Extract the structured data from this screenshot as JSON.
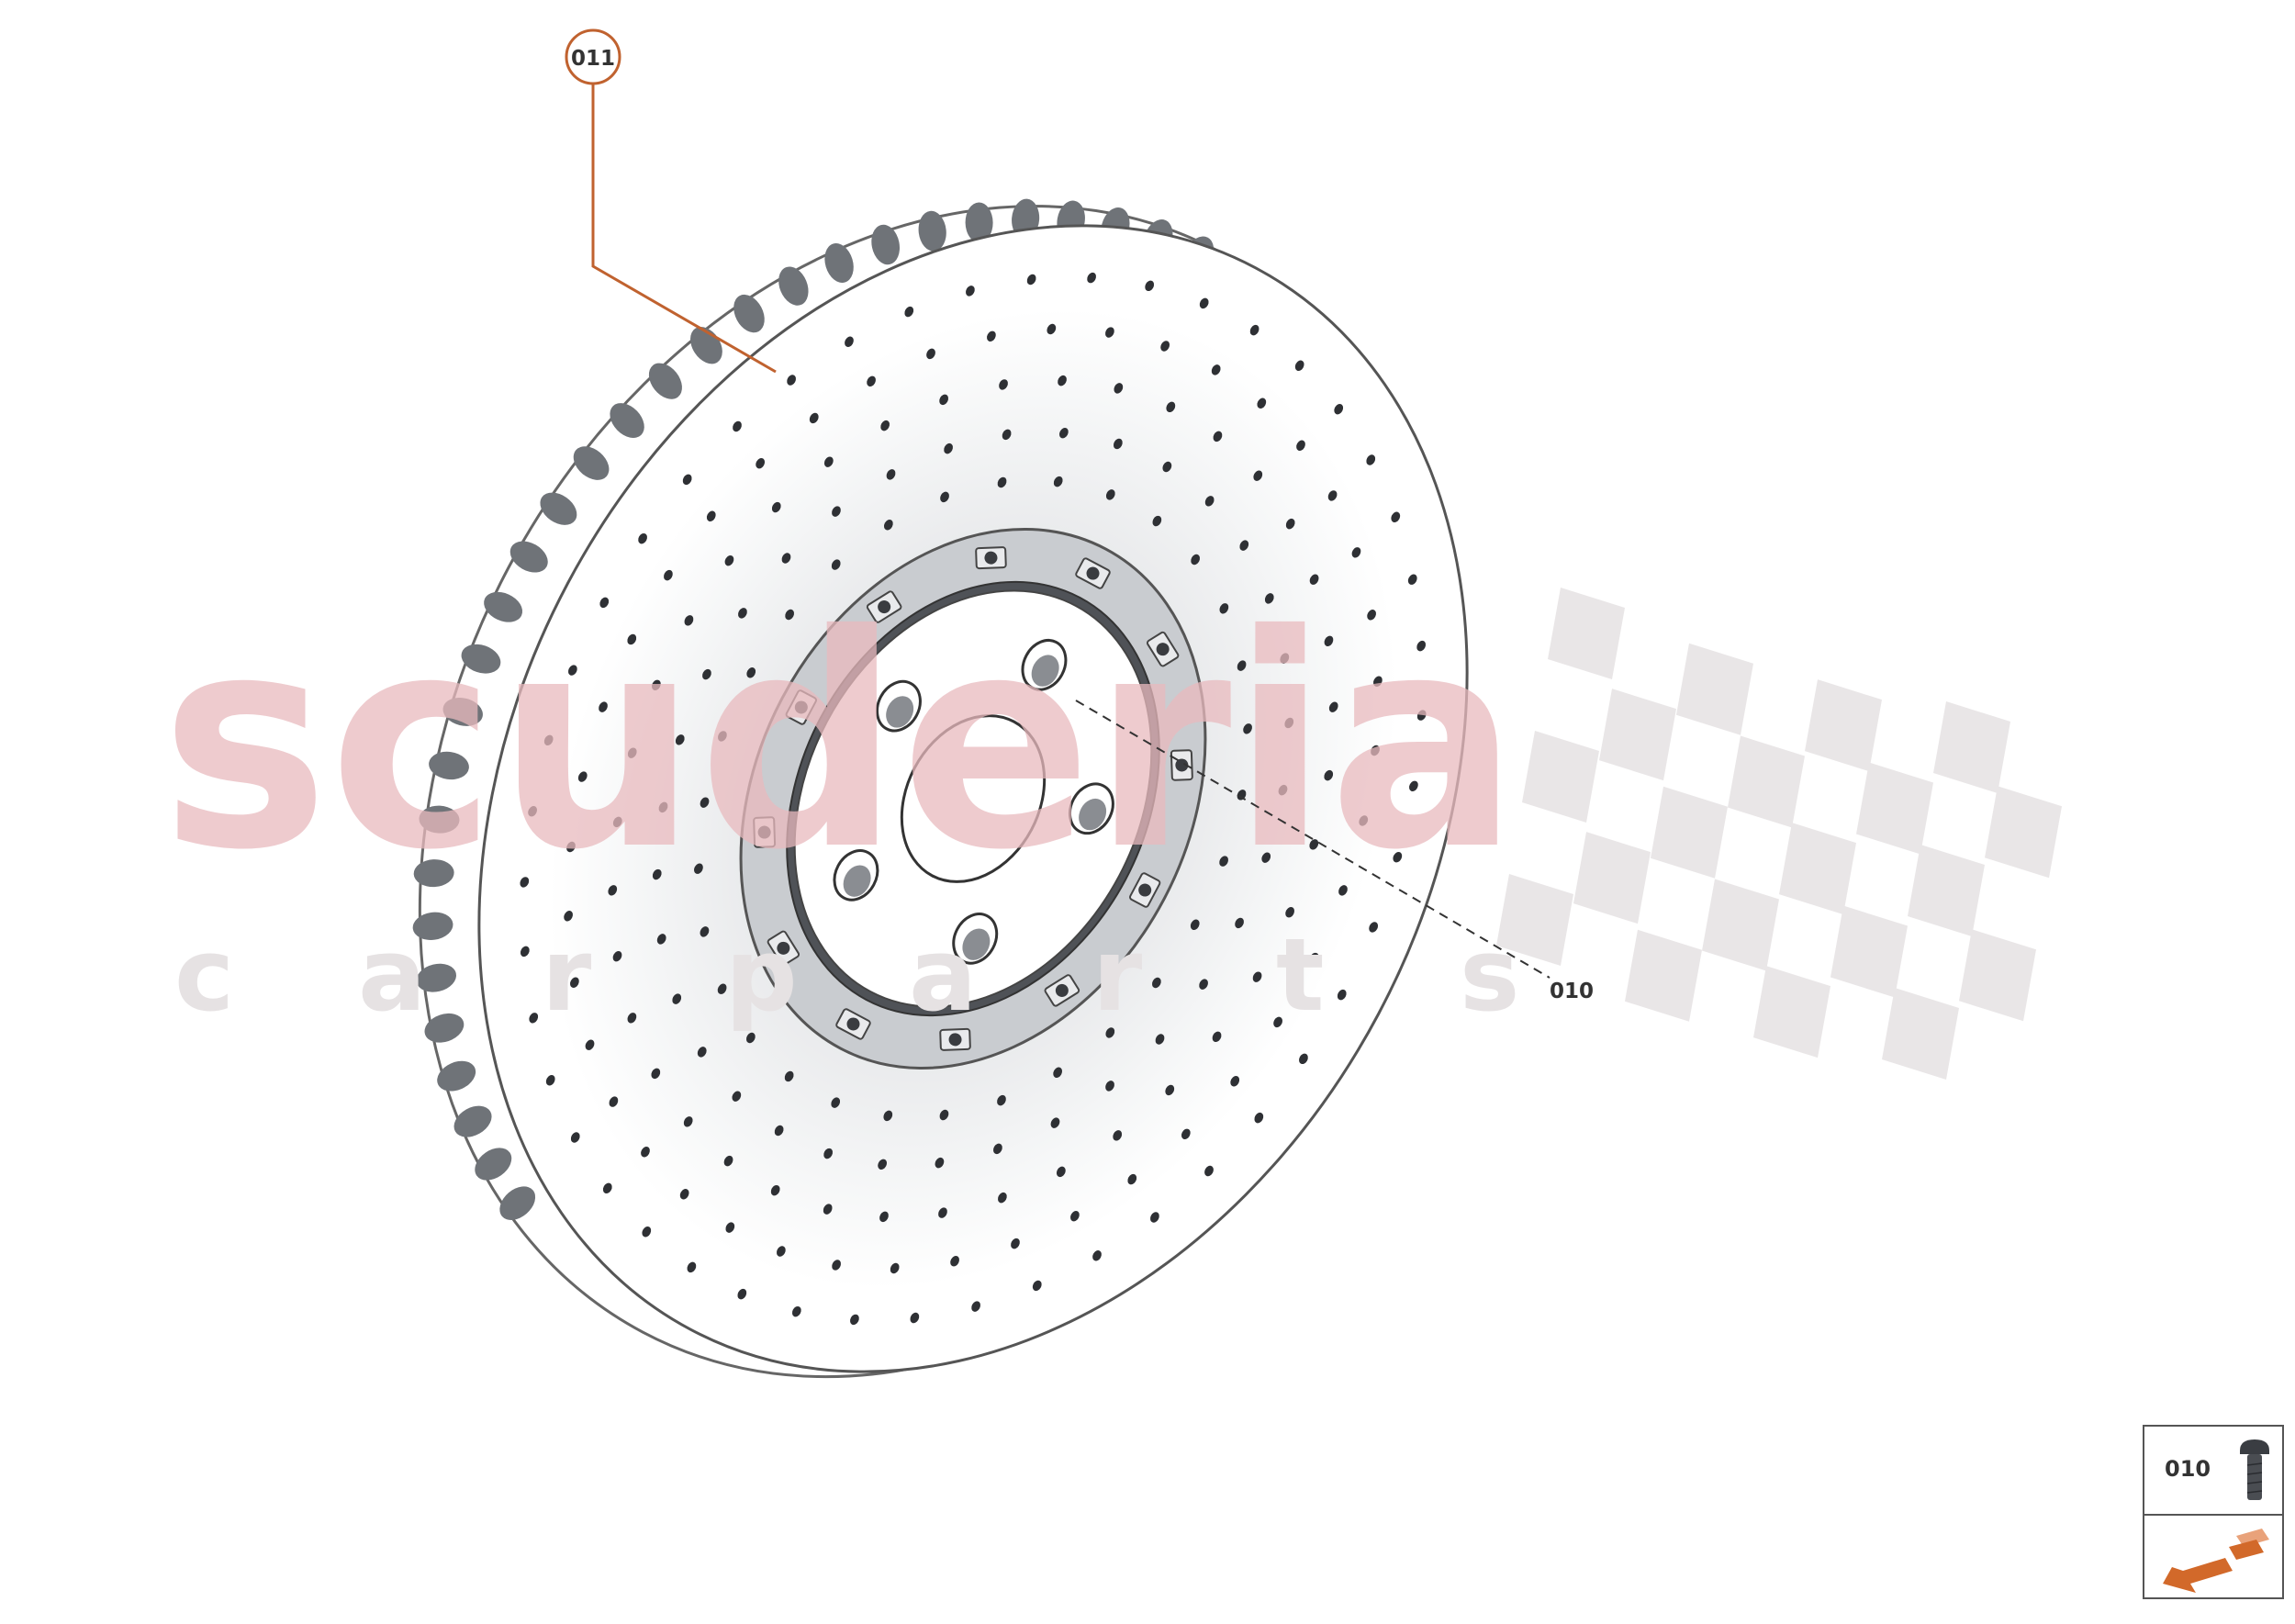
{
  "watermark": {
    "brand_word": "scuderia",
    "sub_letters": [
      "c",
      "a",
      "r",
      "p",
      "a",
      "r",
      "t",
      "s"
    ],
    "brand_color": "#e8b9bd",
    "sub_color": "#e6e2e3",
    "flag_color": "#e9e6e7"
  },
  "callouts": [
    {
      "id": "callout-011",
      "label": "011",
      "style": "circled"
    },
    {
      "id": "callout-010",
      "label": "010",
      "style": "plain"
    }
  ],
  "colors": {
    "leader_line": "#c0622f",
    "dashed_line": "#333333",
    "outline": "#666666",
    "hole_fill": "#6f7378",
    "hub_shade": "#c5c8cc",
    "nav_arrow": "#d2692a"
  },
  "legend": {
    "label": "010",
    "icon": "bolt-icon",
    "nav_icon": "next-page-arrow-icon"
  }
}
